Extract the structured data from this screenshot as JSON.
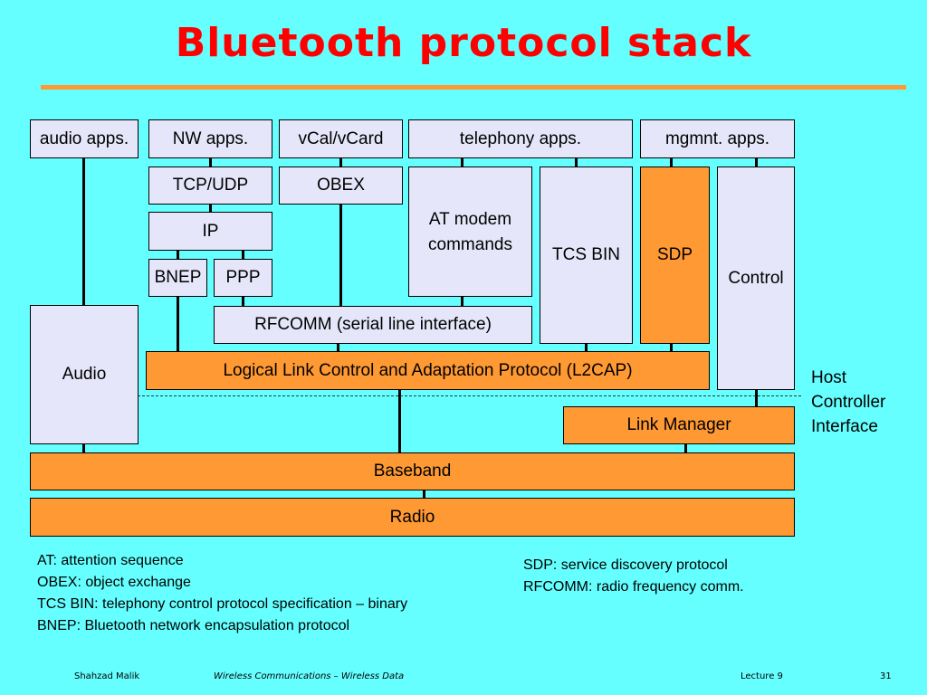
{
  "title": "Bluetooth protocol stack",
  "apps": {
    "audio": "audio apps.",
    "nw": "NW apps.",
    "vcal": "vCal/vCard",
    "telephony": "telephony apps.",
    "mgmnt": "mgmnt. apps."
  },
  "blocks": {
    "tcp_udp": "TCP/UDP",
    "obex": "OBEX",
    "at_modem": "AT modem commands",
    "tcs_bin": "TCS BIN",
    "sdp": "SDP",
    "control": "Control",
    "ip": "IP",
    "bnep": "BNEP",
    "ppp": "PPP",
    "audio": "Audio",
    "rfcomm": "RFCOMM (serial line interface)",
    "l2cap": "Logical Link Control and Adaptation Protocol (L2CAP)",
    "link_manager": "Link Manager",
    "baseband": "Baseband",
    "radio": "Radio"
  },
  "hci_label": [
    "Host",
    "Controller",
    "Interface"
  ],
  "legend_left": [
    "AT: attention sequence",
    "OBEX: object exchange",
    "TCS BIN: telephony control protocol specification – binary",
    "BNEP: Bluetooth network encapsulation protocol"
  ],
  "legend_right": [
    "SDP: service discovery protocol",
    "RFCOMM: radio frequency comm."
  ],
  "footer": {
    "author": "Shahzad Malik",
    "course": "Wireless Communications – Wireless Data",
    "lecture": "Lecture 9",
    "page": "31"
  },
  "colors": {
    "background": "#66FFFF",
    "title": "#FF0000",
    "layer_orange": "#FF9933",
    "box_lavender": "#E6E6FA"
  }
}
